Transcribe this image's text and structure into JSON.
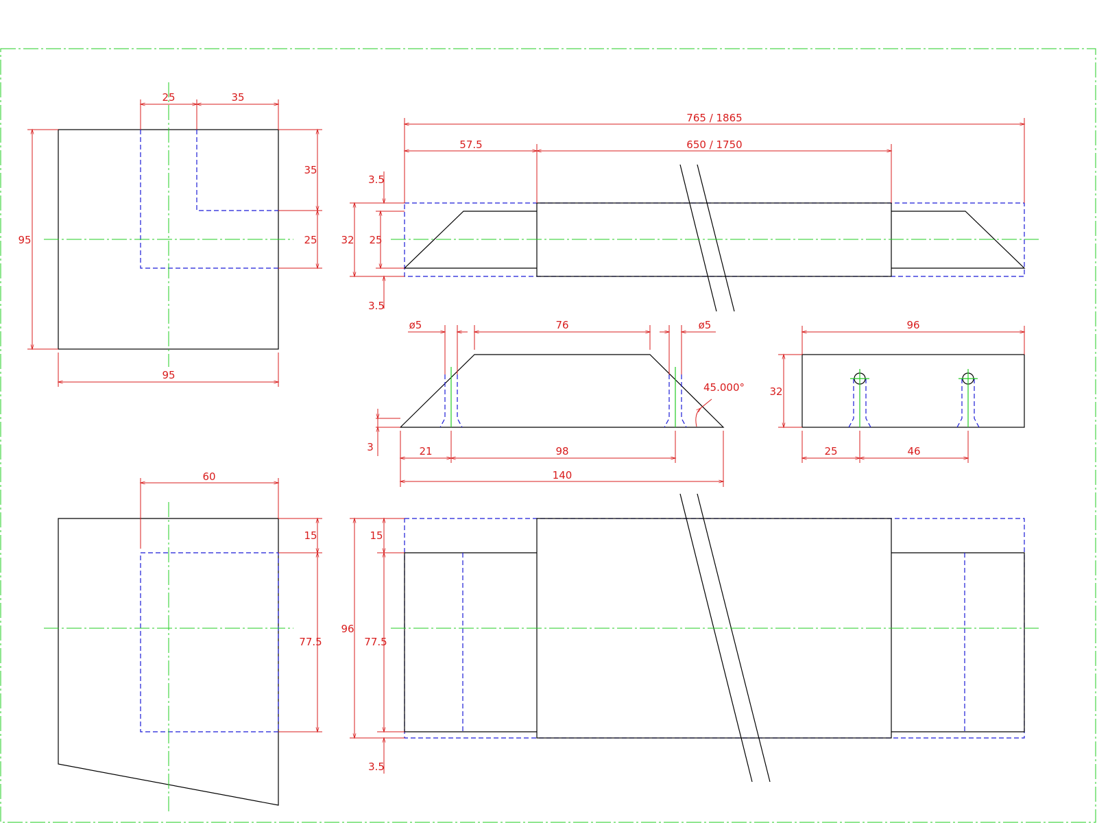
{
  "colors": {
    "background": "#ffffff",
    "object_lines": "#000000",
    "hidden_lines": "#1a1ad6",
    "center_lines": "#22cc22",
    "dimensions": "#d81c1c",
    "border": "#22cc22"
  },
  "dimensions": {
    "top_left_view": {
      "width_25": "25",
      "width_35": "35",
      "height_95": "95",
      "right_35": "35",
      "right_25": "25",
      "bottom_95": "95"
    },
    "top_long_view": {
      "overall": "765 / 1865",
      "left_57_5": "57.5",
      "middle": "650 / 1750",
      "top_3_5": "3.5",
      "height_32": "32",
      "height_25": "25",
      "bottom_3_5": "3.5"
    },
    "middle_profile_view": {
      "hole_left": "ø5",
      "top_76": "76",
      "hole_right": "ø5",
      "angle": "45.000°",
      "depth_3": "3",
      "left_21": "21",
      "mid_98": "98",
      "overall_140": "140"
    },
    "middle_end_view": {
      "width_96": "96",
      "height_32": "32",
      "hole_25": "25",
      "hole_46": "46"
    },
    "bottom_left_view": {
      "width_60": "60",
      "top_15": "15",
      "height_77_5": "77.5"
    },
    "bottom_long_view": {
      "height_96": "96",
      "top_15": "15",
      "height_77_5": "77.5",
      "bottom_3_5": "3.5"
    }
  }
}
